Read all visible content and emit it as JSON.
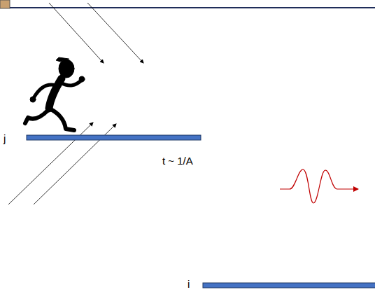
{
  "diagram": {
    "labels": [
      "j",
      "t ~ 1/A",
      "i"
    ]
  }
}
